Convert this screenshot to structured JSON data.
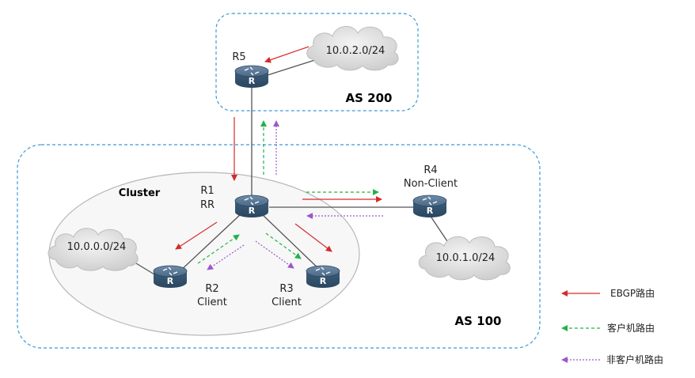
{
  "routers": {
    "r5": {
      "name": "R5"
    },
    "r1": {
      "name": "R1",
      "role": "RR"
    },
    "r2": {
      "name": "R2",
      "role": "Client"
    },
    "r3": {
      "name": "R3",
      "role": "Client"
    },
    "r4": {
      "name": "R4",
      "role": "Non-Client"
    }
  },
  "router_glyph": "R",
  "networks": {
    "n5": "10.0.2.0/24",
    "n2": "10.0.0.0/24",
    "n4": "10.0.1.0/24"
  },
  "areas": {
    "as200": "AS 200",
    "as100": "AS 100",
    "cluster": "Cluster"
  },
  "legend": {
    "ebgp": "EBGP路由",
    "client": "客户机路由",
    "nonclient": "非客户机路由"
  },
  "colors": {
    "ebgp": "#d62a2a",
    "client": "#22b24c",
    "nonclient": "#9b59c9",
    "area_border": "#3c9bd6",
    "router_body": "#3d5d7a"
  }
}
